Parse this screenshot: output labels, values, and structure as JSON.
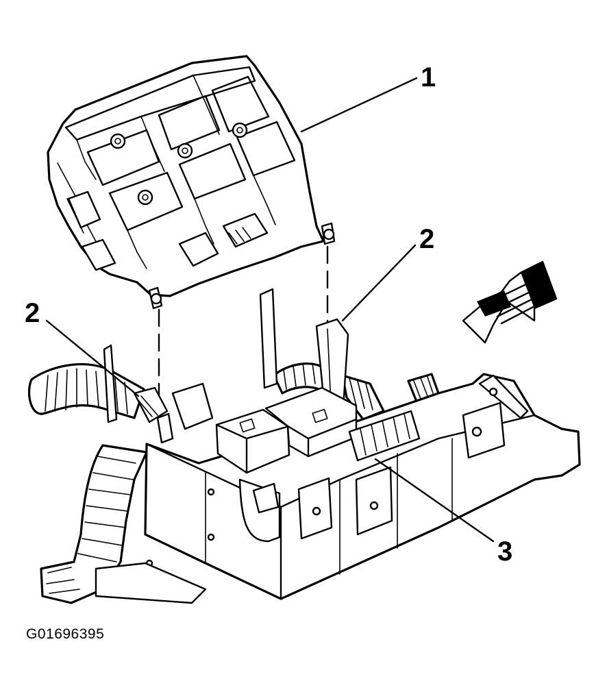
{
  "figure": {
    "id_text": "G01696395"
  },
  "callouts": [
    {
      "label": "1",
      "target": "fuse-block-assembly"
    },
    {
      "label": "2",
      "target": "retaining-tab-right"
    },
    {
      "label": "2",
      "target": "retaining-tab-left"
    },
    {
      "label": "3",
      "target": "mounting-bracket"
    }
  ],
  "colors": {
    "ink": "#000000",
    "paper": "#ffffff"
  },
  "icons": {
    "direction_arrow": "forward-direction-arrow-icon"
  }
}
